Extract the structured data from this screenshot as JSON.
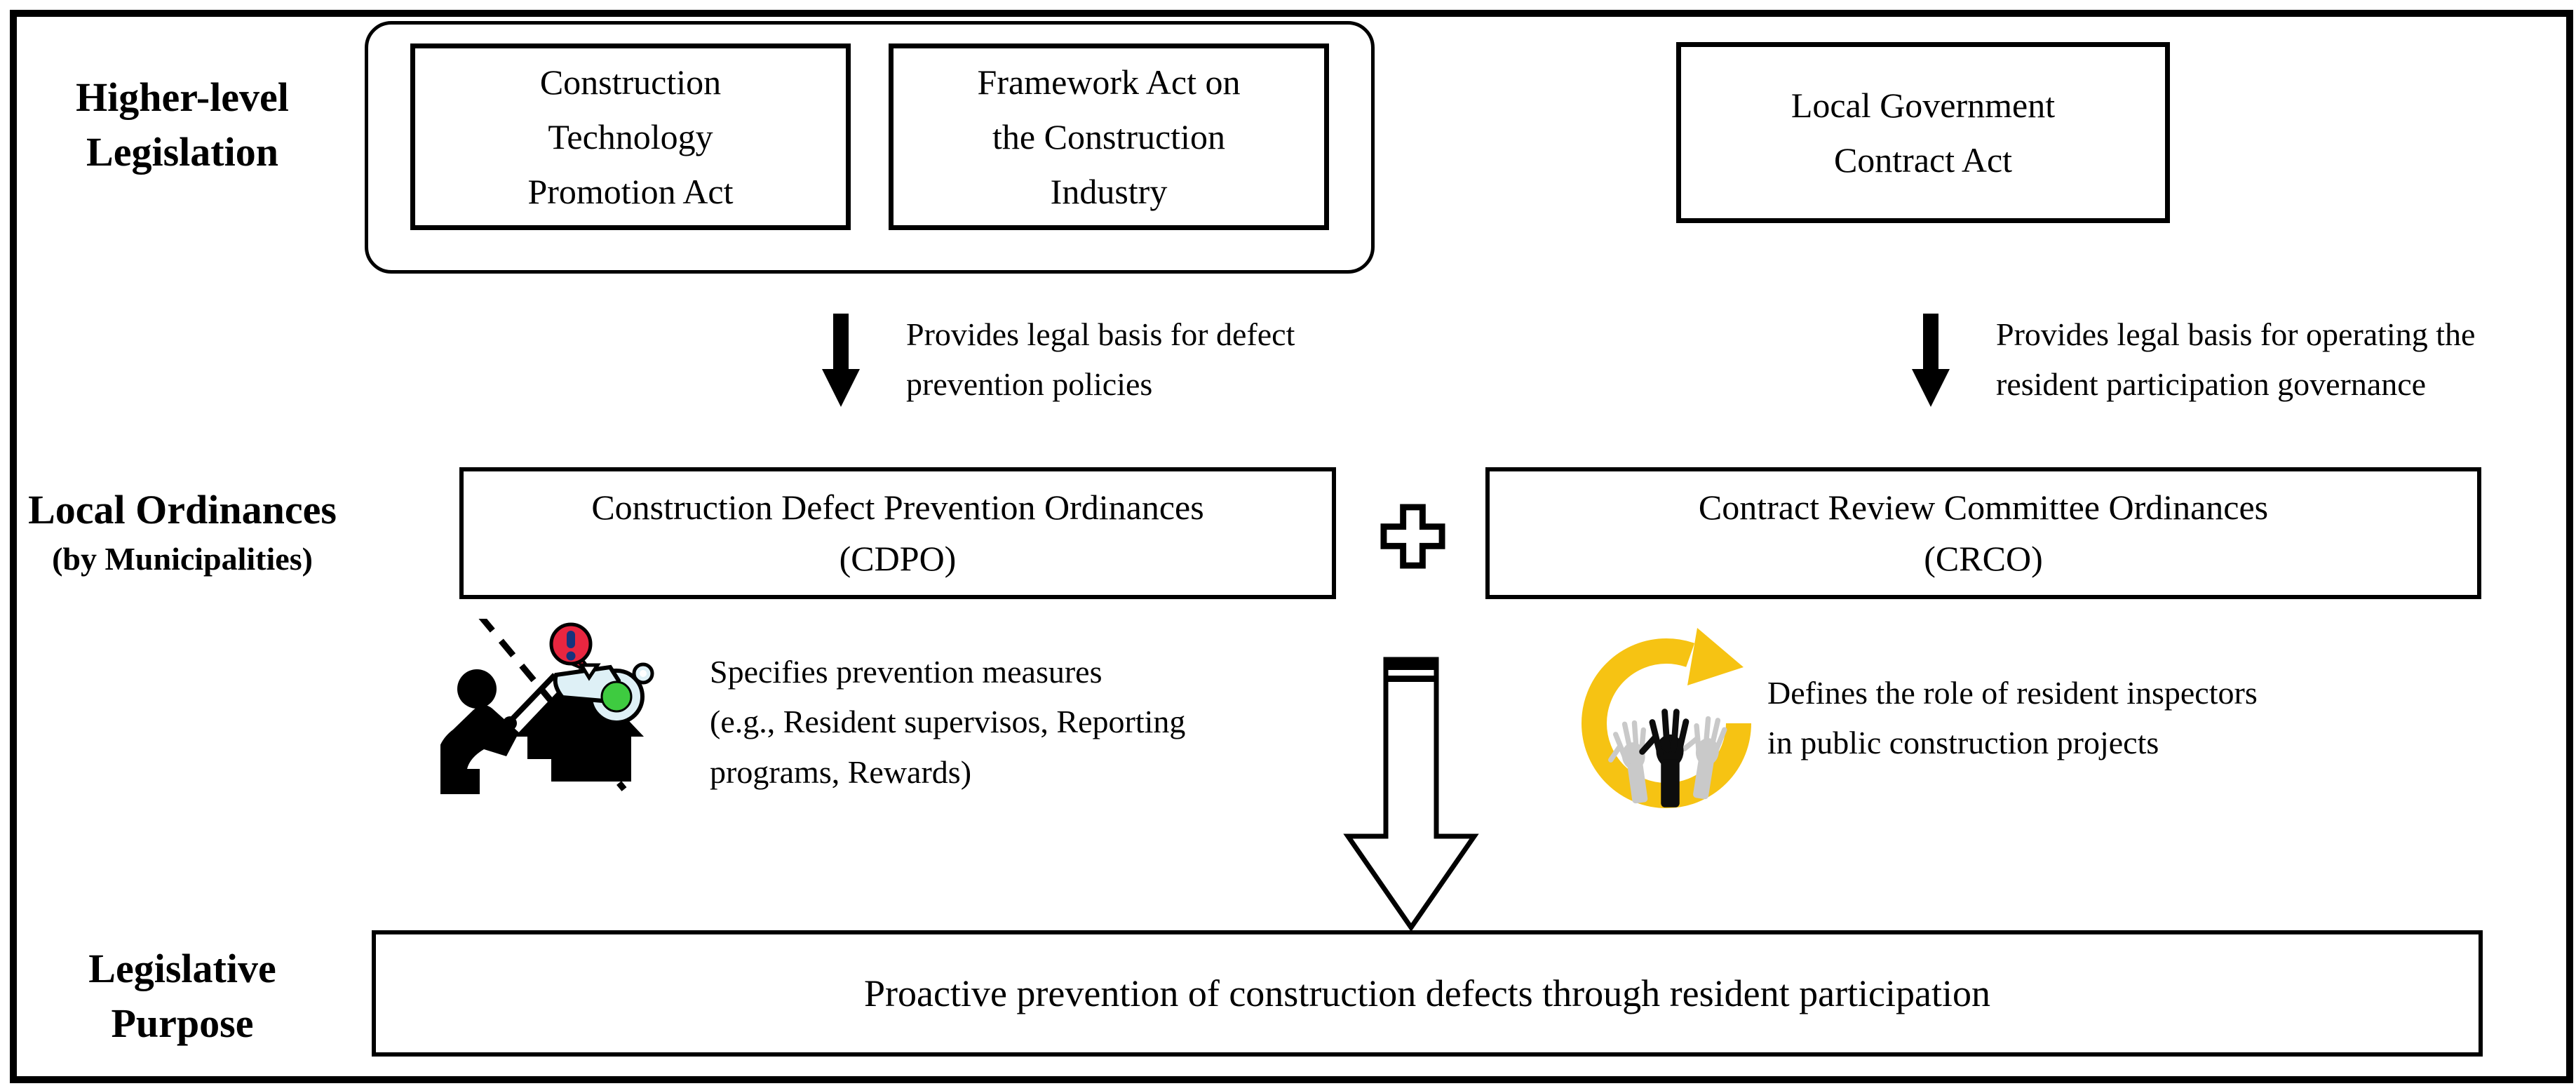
{
  "sidebar_labels": {
    "higher_level": {
      "lines": [
        "Higher-level",
        "Legislation"
      ]
    },
    "local_ordinances": {
      "lines": [
        "Local Ordinances",
        "(by Municipalities)"
      ]
    },
    "legislative_purpose": {
      "lines": [
        "Legislative",
        "Purpose"
      ]
    }
  },
  "legislation_boxes": {
    "ctpa": {
      "lines": [
        "Construction",
        "Technology",
        "Promotion Act"
      ]
    },
    "faci": {
      "lines": [
        "Framework Act on",
        "the Construction",
        "Industry"
      ]
    },
    "lgca": {
      "lines": [
        "Local Government",
        "Contract Act"
      ]
    }
  },
  "arrow_captions": {
    "left": {
      "lines": [
        "Provides legal basis for defect",
        "prevention policies"
      ]
    },
    "right": {
      "lines": [
        "Provides legal basis for operating the",
        "resident participation governance"
      ]
    }
  },
  "ordinance_boxes": {
    "cdpo": {
      "lines": [
        "Construction Defect Prevention Ordinances",
        "(CDPO)"
      ]
    },
    "crco": {
      "lines": [
        "Contract Review Committee Ordinances",
        "(CRCO)"
      ]
    }
  },
  "detail_captions": {
    "cdpo": {
      "lines": [
        "Specifies prevention measures",
        "(e.g., Resident supervisos, Reporting",
        "programs, Rewards)"
      ]
    },
    "crco": {
      "lines": [
        "Defines the role of resident inspectors",
        "in public construction projects"
      ]
    }
  },
  "purpose_box": {
    "text": "Proactive prevention of construction defects through resident participation"
  },
  "icons": {
    "plus": "plus-icon",
    "down_arrow": "down-arrow-icon",
    "big_down_arrow": "big-hollow-down-arrow-icon",
    "defect_inspection": "person-house-whistle-icon",
    "resident_participation": "hands-cycle-icon"
  },
  "colors": {
    "ink": "#000000",
    "background": "#ffffff",
    "alert_red": "#e92640",
    "exclaim_navy": "#17337d",
    "whistle_blue": "#def0f6",
    "whistle_green": "#3ecb40",
    "cycle_yellow": "#f6c313",
    "hand_gray": "#c9c9c9"
  }
}
